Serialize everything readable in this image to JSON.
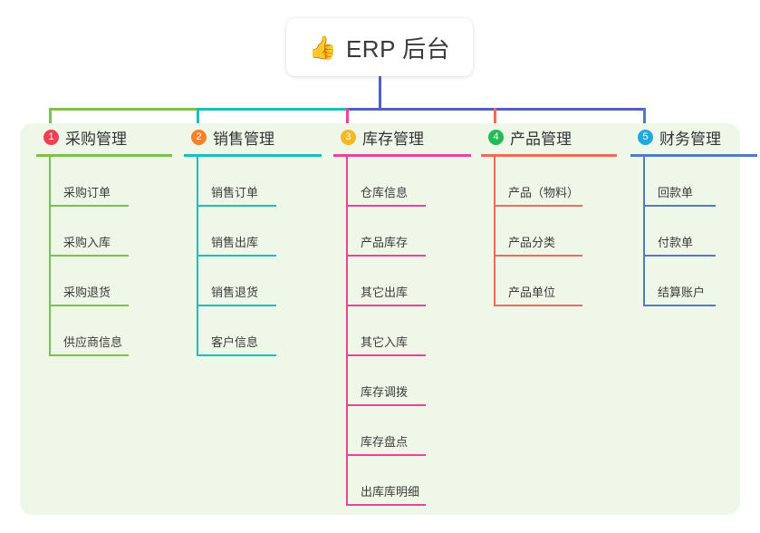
{
  "root": {
    "icon": "thumbs-up-icon",
    "icon_glyph": "👍",
    "title": "ERP 后台"
  },
  "canvas": {
    "background": "#ffffff",
    "panel_background": "#eff7e9"
  },
  "connector_colors": {
    "trunk": "#4f5fc4",
    "segment_1": "#7cc24a",
    "segment_2": "#19c0b8",
    "segment_3": "#4f5fc4"
  },
  "columns": [
    {
      "index": "1",
      "badge_color": "#ef4152",
      "line_color": "#7cc24a",
      "title": "采购管理",
      "items": [
        {
          "label": "采购订单"
        },
        {
          "label": "采购入库"
        },
        {
          "label": "采购退货"
        },
        {
          "label": "供应商信息"
        }
      ]
    },
    {
      "index": "2",
      "badge_color": "#f5822a",
      "line_color": "#19c0b8",
      "title": "销售管理",
      "items": [
        {
          "label": "销售订单"
        },
        {
          "label": "销售出库"
        },
        {
          "label": "销售退货"
        },
        {
          "label": "客户信息"
        }
      ]
    },
    {
      "index": "3",
      "badge_color": "#f5b820",
      "line_color": "#e8449c",
      "title": "库存管理",
      "items": [
        {
          "label": "仓库信息"
        },
        {
          "label": "产品库存"
        },
        {
          "label": "其它出库"
        },
        {
          "label": "其它入库"
        },
        {
          "label": "库存调拨"
        },
        {
          "label": "库存盘点"
        },
        {
          "label": "出库库明细"
        }
      ]
    },
    {
      "index": "4",
      "badge_color": "#22bb55",
      "line_color": "#ef6b5e",
      "title": "产品管理",
      "items": [
        {
          "label": "产品（物料）"
        },
        {
          "label": "产品分类"
        },
        {
          "label": "产品单位"
        }
      ]
    },
    {
      "index": "5",
      "badge_color": "#1eaae0",
      "line_color": "#5577cc",
      "title": "财务管理",
      "items": [
        {
          "label": "回款单"
        },
        {
          "label": "付款单"
        },
        {
          "label": "结算账户"
        }
      ]
    }
  ]
}
